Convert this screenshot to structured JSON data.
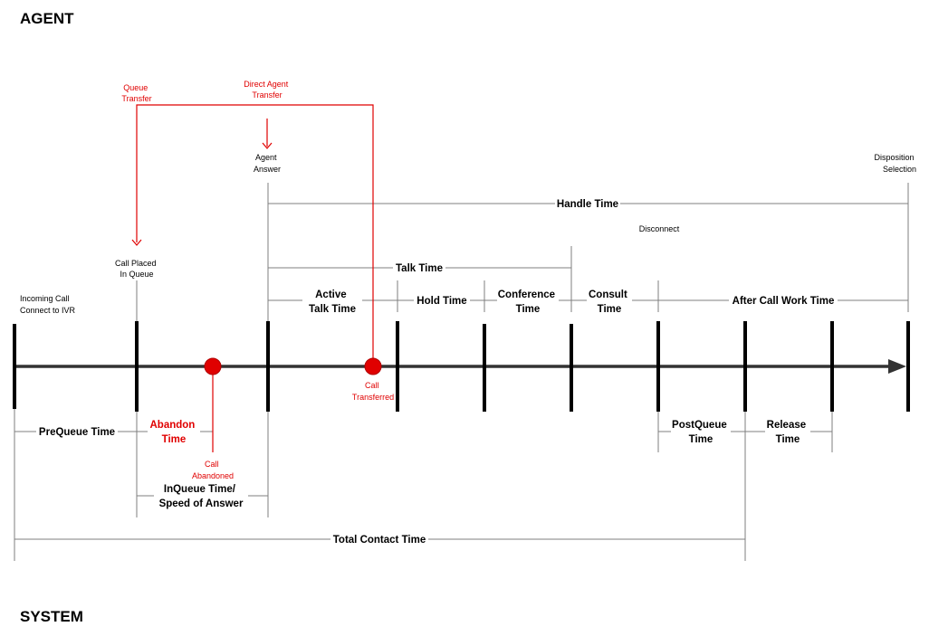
{
  "headers": {
    "agent": "AGENT",
    "system": "SYSTEM"
  },
  "labels": {
    "queue_transfer": [
      "Queue",
      "Transfer"
    ],
    "direct_agent_transfer": [
      "Direct Agent",
      "Transfer"
    ],
    "agent_answer": [
      "Agent",
      "Answer"
    ],
    "disposition_selection": [
      "Disposition",
      "Selection"
    ],
    "disconnect": "Disconnect",
    "call_placed_in_queue": [
      "Call Placed",
      "In Queue"
    ],
    "incoming_call": [
      "Incoming Call",
      "Connect to IVR"
    ],
    "call_transferred": [
      "Call",
      "Transferred"
    ],
    "call_abandoned": [
      "Call",
      "Abandoned"
    ]
  },
  "metrics": {
    "handle_time": "Handle Time",
    "talk_time": "Talk Time",
    "active_talk_time": [
      "Active",
      "Talk Time"
    ],
    "hold_time": "Hold Time",
    "conference_time": [
      "Conference",
      "Time"
    ],
    "consult_time": [
      "Consult",
      "Time"
    ],
    "after_call_work_time": "After Call Work Time",
    "prequeue_time": "PreQueue Time",
    "abandon_time": [
      "Abandon",
      "Time"
    ],
    "postqueue_time": [
      "PostQueue",
      "Time"
    ],
    "release_time": [
      "Release",
      "Time"
    ],
    "inqueue_time": [
      "InQueue Time/",
      "Speed of Answer"
    ],
    "total_contact_time": "Total Contact Time"
  },
  "colors": {
    "accent": "#e00000",
    "line": "#7f7f7f",
    "axis": "#333333"
  }
}
